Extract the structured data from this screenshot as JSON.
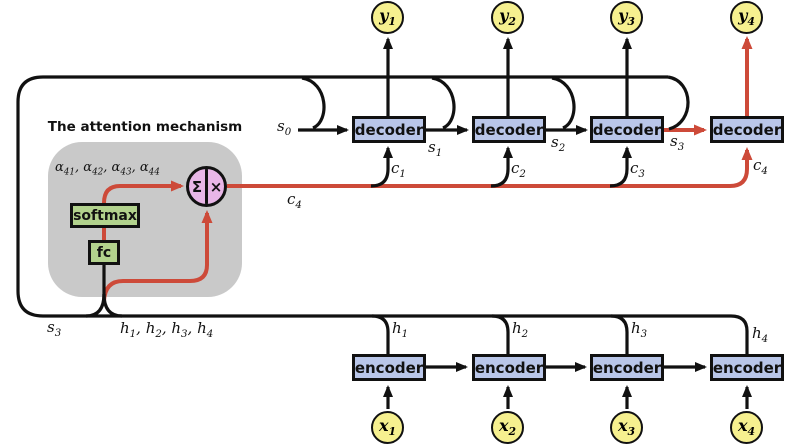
{
  "colors": {
    "accent_red": "#cd4a39",
    "box_blue": "#b9c6e9",
    "box_green": "#b2d28d",
    "node_yellow": "#f6f08f",
    "op_pink": "#e8b6e7",
    "panel_gray": "#c9c9c9",
    "line_black": "#111111"
  },
  "attention": {
    "title": "The attention mechanism",
    "alpha_weights": "α_41, α_42, α_43, α_44",
    "softmax": "softmax",
    "fc": "fc",
    "sum": "Σ",
    "multiply": "×"
  },
  "decoder_row": {
    "boxes": [
      "decoder",
      "decoder",
      "decoder",
      "decoder"
    ],
    "outputs": [
      "y_1",
      "y_2",
      "y_3",
      "y_4"
    ],
    "initial_state": "s_0",
    "states": [
      "s_1",
      "s_2",
      "s_3"
    ],
    "contexts": [
      "c_1",
      "c_2",
      "c_3"
    ],
    "context_bus": "c_4",
    "context_input": "c_4"
  },
  "encoder_row": {
    "boxes": [
      "encoder",
      "encoder",
      "encoder",
      "encoder"
    ],
    "inputs": [
      "x_1",
      "x_2",
      "x_3",
      "x_4"
    ],
    "hidden_states": [
      "h_1",
      "h_2",
      "h_3",
      "h_4"
    ],
    "hidden_bus": "h_1, h_2, h_3, h_4",
    "feedback_state": "s_3"
  }
}
